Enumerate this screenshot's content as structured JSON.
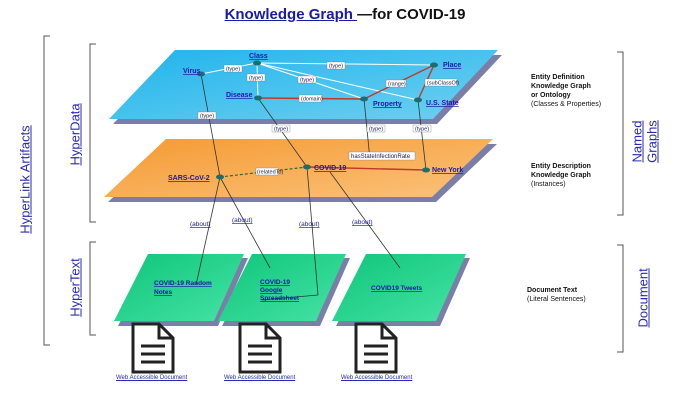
{
  "title": {
    "link": "Knowledge Graph ",
    "rest": " —for COVID-19"
  },
  "left_labels": {
    "outer": "HyperLink Artifacts",
    "hyperdata": "HyperData",
    "hypertext": "HyperText"
  },
  "right_labels": {
    "named_graphs_1": "Named",
    "named_graphs_2": "Graphs",
    "document": "Document"
  },
  "ontology_layer": {
    "nodes": [
      "Class",
      "Virus",
      "Place",
      "Disease",
      "Property",
      "U.S. State"
    ],
    "edges": [
      "(type)",
      "(type)",
      "(type)",
      "(type)",
      "(range)",
      "(subClassOf)",
      "(domain)"
    ],
    "description": [
      "Entity Definition",
      "Knowledge Graph",
      "or Ontology",
      "(Classes & Properties)"
    ]
  },
  "instance_layer": {
    "nodes": [
      "SARS-CoV-2",
      "COVID-19",
      "New York"
    ],
    "edges": [
      "(relatedTo)",
      "hasStateInfectionRate"
    ],
    "description": [
      "Entity Description",
      "Knowledge Graph",
      "(Instances)"
    ]
  },
  "between_labels": [
    "(type)",
    "(type)",
    "(type)",
    "(type)"
  ],
  "about_labels": [
    "(about)",
    "(about)",
    "(about)",
    "(about)"
  ],
  "document_layer": {
    "cards": [
      [
        "COVID-19 Random",
        "Notes"
      ],
      [
        "COVID-19",
        "Google",
        "Spreadsheet"
      ],
      [
        "COVID19 Tweets"
      ]
    ],
    "description": [
      "Document Text",
      "(Literal Sentences)"
    ]
  },
  "doc_links": [
    "Web Accessible Document",
    "Web Accessible Document",
    "Web Accessible Document"
  ],
  "colors": {
    "ontology_fill": "#2bb8e8",
    "instance_fill": "#f6a94a",
    "document_fill": "#1fd08a",
    "node": "#1a6e73",
    "link_text": "#1a1aa6",
    "line_blue": "#1f5fbf",
    "line_red": "#c0392b"
  }
}
